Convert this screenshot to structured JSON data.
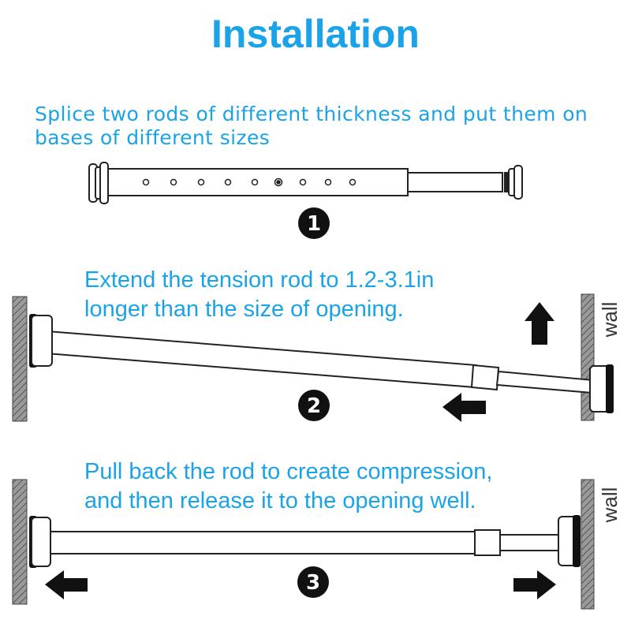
{
  "title": "Installation",
  "steps": [
    {
      "number": "1",
      "text_lines": [
        "Splice two rods of different thickness and put them on",
        "bases of different sizes"
      ]
    },
    {
      "number": "2",
      "text_lines": [
        "Extend the tension rod to 1.2-3.1in",
        "longer than the size of opening."
      ]
    },
    {
      "number": "3",
      "text_lines": [
        "Pull back the rod to create compression,",
        "and then release it to the opening well."
      ]
    }
  ],
  "wall_label": "wall",
  "colors": {
    "accent": "#1aa3e8",
    "outline": "#222222",
    "wall_fill": "#8a8a8a"
  },
  "icons": [
    "circled-number-1-icon",
    "circled-number-2-icon",
    "circled-number-3-icon",
    "arrow-up-icon",
    "arrow-left-icon",
    "arrow-right-icon"
  ]
}
